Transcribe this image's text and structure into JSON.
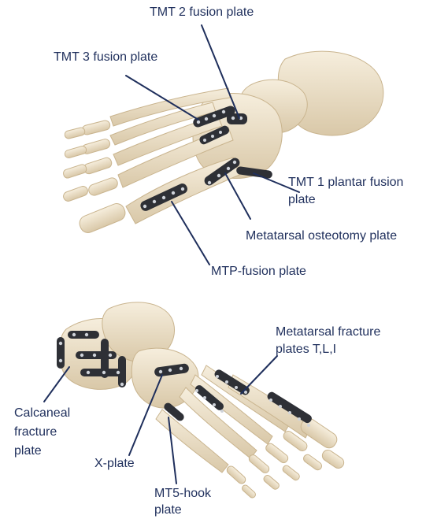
{
  "colors": {
    "label_text": "#1f2f5c",
    "leader_line": "#1f2f5c",
    "bone": "#efe3cc",
    "bone_shadow": "#d8c7a6",
    "plate": "#2e3036",
    "screw_hole": "#cfd3da"
  },
  "labels": {
    "tmt2": "TMT 2 fusion plate",
    "tmt3": "TMT 3 fusion plate",
    "tmt1_line1": "TMT 1 plantar fusion",
    "tmt1_line2": "plate",
    "metatarsal_osteotomy": "Metatarsal osteotomy plate",
    "mtp_fusion": "MTP-fusion plate",
    "metatarsal_fracture_line1": "Metatarsal fracture",
    "metatarsal_fracture_line2": "plates T,L,I",
    "calcaneal_line1": "Calcaneal",
    "calcaneal_line2": "fracture",
    "calcaneal_line3": "plate",
    "xplate": "X-plate",
    "mt5_line1": "MT5-hook",
    "mt5_line2": "plate"
  }
}
